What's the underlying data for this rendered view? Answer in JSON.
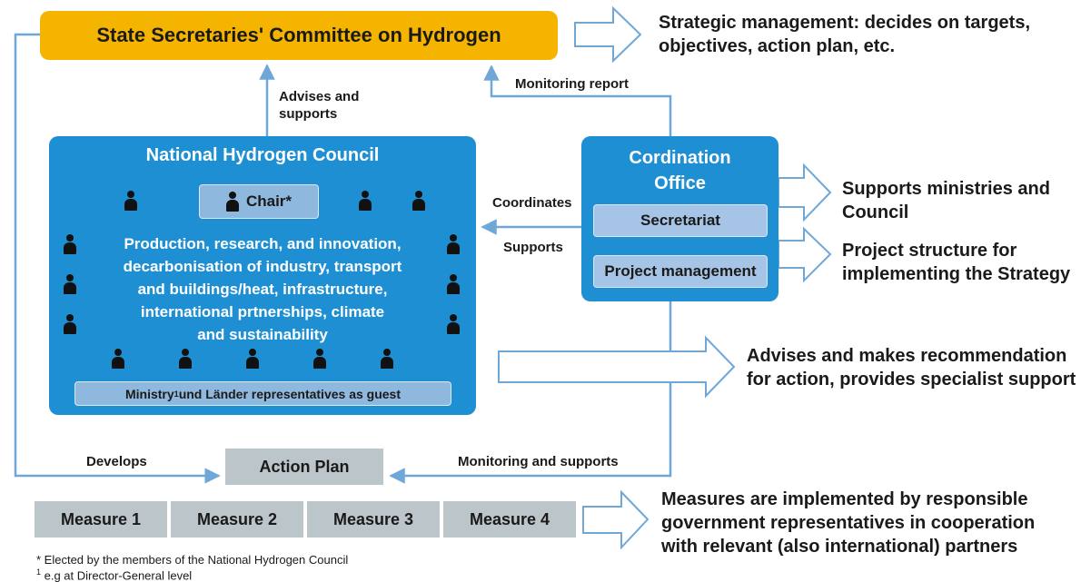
{
  "committee": {
    "title": "State Secretaries' Committee on Hydrogen"
  },
  "council": {
    "title": "National Hydrogen Council",
    "chair_label": "Chair*",
    "topics": [
      "Production, research, and innovation,",
      "decarbonisation of industry, transport",
      "and buildings/heat, infrastructure,",
      "international prtnerships, climate",
      "and sustainability"
    ],
    "guest_label_prefix": "Ministry",
    "guest_label_sup": "1",
    "guest_label_suffix": " und Länder representatives as guest"
  },
  "office": {
    "title_line1": "Cordination",
    "title_line2": "Office",
    "secretariat": "Secretariat",
    "project_management": "Project management"
  },
  "edge_labels": {
    "advises_line1": "Advises and",
    "advises_line2": "supports",
    "monitoring_report": "Monitoring report",
    "coordinates": "Coordinates",
    "supports": "Supports",
    "develops": "Develops",
    "monitoring_and_supports": "Monitoring and supports"
  },
  "action_plan": {
    "label": "Action Plan"
  },
  "measures": [
    "Measure 1",
    "Measure 2",
    "Measure 3",
    "Measure 4"
  ],
  "descriptions": {
    "strategic": [
      "Strategic management: decides on targets,",
      "objectives, action plan, etc."
    ],
    "supports_ministries": [
      "Supports ministries and",
      "Council"
    ],
    "project_structure": [
      "Project structure for",
      "implementing the Strategy"
    ],
    "advises": [
      "Advises and makes recommendation",
      "for action, provides specialist support"
    ],
    "measures": [
      "Measures are implemented by responsible",
      "government representatives in cooperation",
      "with relevant (also international) partners"
    ]
  },
  "footnotes": {
    "star": "* Elected by the members of the National Hydrogen Council",
    "one_sup": "1",
    "one_text": " e.g at Director-General level"
  },
  "colors": {
    "committee": "#f5b400",
    "council": "#1f8fd4",
    "sub_box": "#8fb8df",
    "gray_box": "#bcc5c9",
    "connector": "#6fa7d8"
  }
}
